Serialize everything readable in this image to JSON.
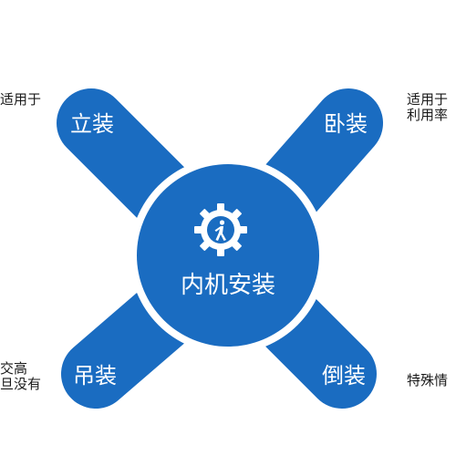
{
  "colors": {
    "primary": "#1a6cc1",
    "ring": "#ffffff",
    "text": "#1a1a1a",
    "background": "#ffffff"
  },
  "center": {
    "label": "内机安装",
    "icon": "gear-walking-person-icon"
  },
  "arms": [
    {
      "key": "top_left",
      "label": "立装"
    },
    {
      "key": "top_right",
      "label": "卧装"
    },
    {
      "key": "bottom_left",
      "label": "吊装"
    },
    {
      "key": "bottom_right",
      "label": "倒装"
    }
  ],
  "side_texts": {
    "top_left": "适用于",
    "top_right_line1": "适用于",
    "top_right_line2": "利用率",
    "bottom_left_line1": "交高",
    "bottom_left_line2": "旦没有",
    "bottom_right": "特殊情"
  }
}
